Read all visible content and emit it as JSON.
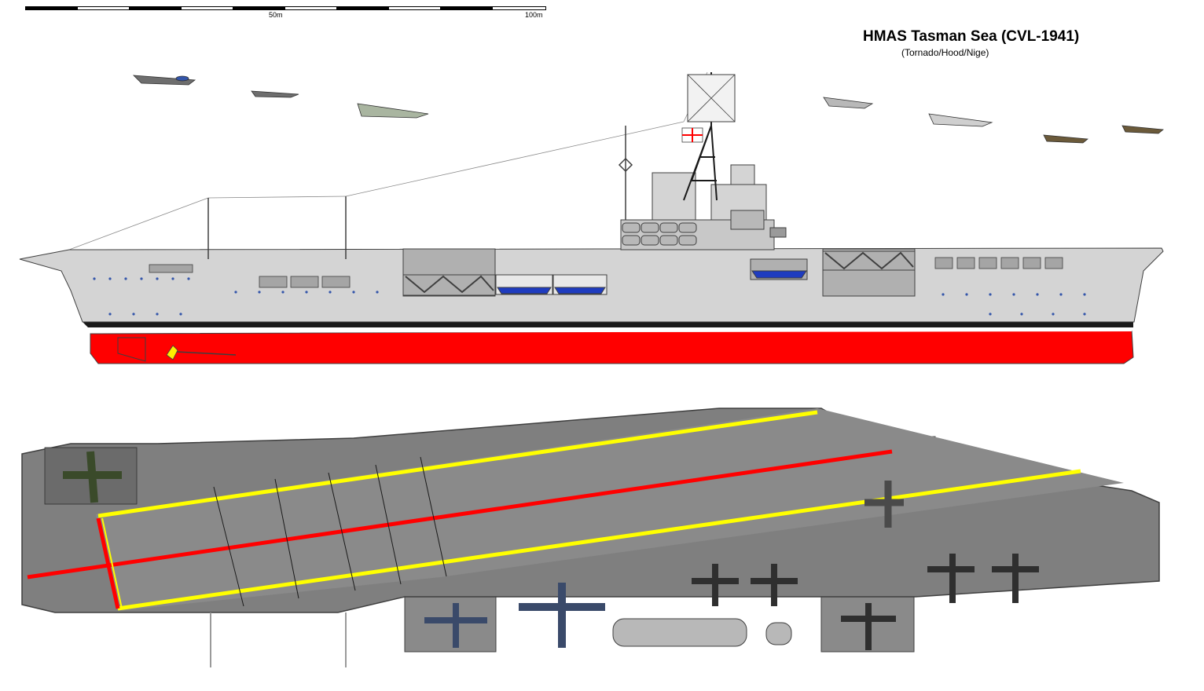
{
  "header": {
    "title": "HMAS Tasman Sea (CVL-1941)",
    "credits": "(Tornado/Hood/Nige)"
  },
  "scale": {
    "mid_label": "50m",
    "end_label": "100m"
  },
  "colors": {
    "hull_upper": "#d4d4d4",
    "hull_lower": "#ff0000",
    "deck": "#7f7f7f",
    "deck_edge": "#5e5e5e",
    "line_yellow": "#ffff00",
    "line_red": "#ff0000",
    "boat_blue": "#1f3cbf",
    "outline": "#3f3f3f"
  },
  "icons": {
    "aircraft_profile": "aircraft-side-icon",
    "aircraft_top": "aircraft-top-icon",
    "flag": "white-ensign-flag-icon",
    "propeller": "propeller-icon"
  }
}
